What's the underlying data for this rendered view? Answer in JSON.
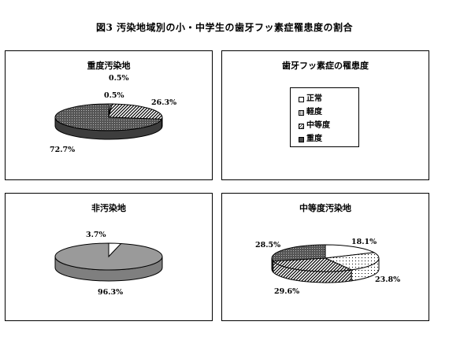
{
  "title": "図3  汚染地域別の小・中学生の歯牙フッ素症罹患度の割合",
  "legend": {
    "title": "歯牙フッ素症の罹患度",
    "items": [
      {
        "label": "正常",
        "pattern": "white"
      },
      {
        "label": "軽度",
        "pattern": "dots"
      },
      {
        "label": "中等度",
        "pattern": "diag"
      },
      {
        "label": "重度",
        "pattern": "cross"
      }
    ]
  },
  "chart_data": [
    {
      "type": "pie",
      "title": "重度汚染地",
      "categories": [
        "正常",
        "軽度",
        "中等度",
        "重度"
      ],
      "values": [
        0.5,
        0.5,
        26.3,
        72.7
      ],
      "labels": [
        "0.5%",
        "0.5%",
        "26.3%",
        "72.7%"
      ]
    },
    {
      "type": "pie",
      "title": "非汚染地",
      "categories": [
        "正常",
        "重度"
      ],
      "values": [
        3.7,
        96.3
      ],
      "labels": [
        "3.7%",
        "96.3%"
      ]
    },
    {
      "type": "pie",
      "title": "中等度汚染地",
      "categories": [
        "正常",
        "軽度",
        "中等度",
        "重度"
      ],
      "values": [
        18.1,
        23.8,
        29.6,
        28.5
      ],
      "labels": [
        "18.1%",
        "23.8%",
        "29.6%",
        "28.5%"
      ]
    }
  ]
}
